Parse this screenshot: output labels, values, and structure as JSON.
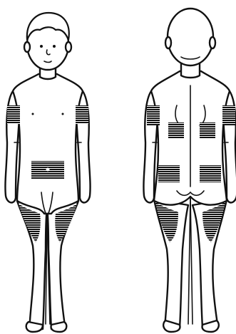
{
  "figures": [
    {
      "view": "front",
      "sites": [
        "upper-arm-left",
        "upper-arm-right",
        "abdomen",
        "thigh-left",
        "thigh-right"
      ]
    },
    {
      "view": "back",
      "sites": [
        "upper-arm-left",
        "upper-arm-right",
        "upper-back-left",
        "upper-back-right",
        "lower-back-left",
        "lower-back-right",
        "buttock-thigh-left",
        "buttock-thigh-right"
      ]
    }
  ],
  "colors": {
    "line": "#111111",
    "fill": "#ffffff",
    "site_hatch": "#111111"
  }
}
